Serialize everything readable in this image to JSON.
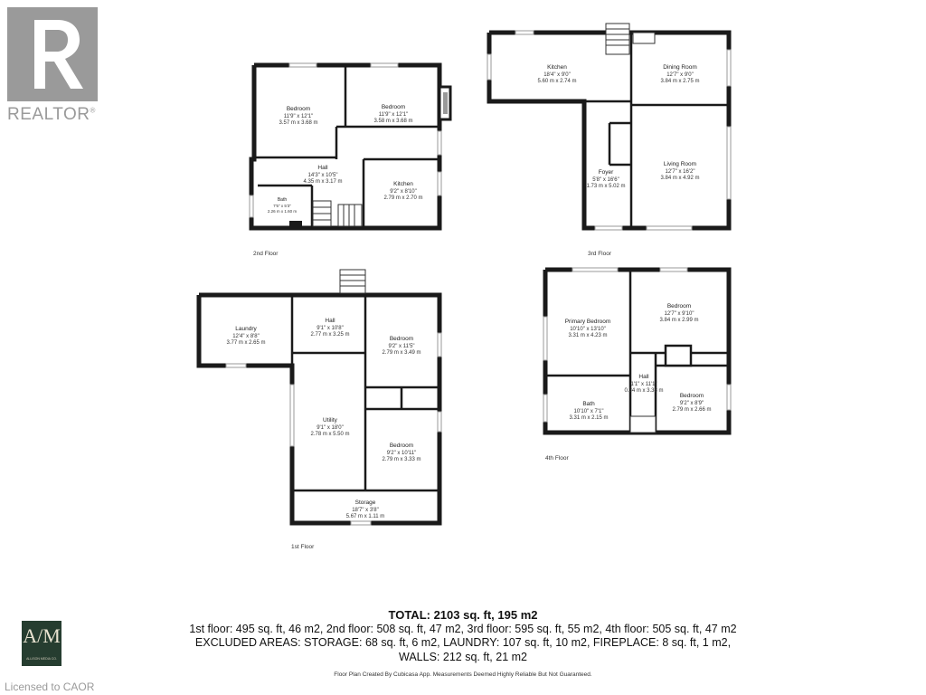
{
  "watermark": {
    "brand": "REALTOR",
    "mark": "®"
  },
  "floors": {
    "second": {
      "label": "2nd Floor",
      "rooms": [
        {
          "name": "Bedroom",
          "imperial": "11'9\" x 12'1\"",
          "metric": "3.57 m x 3.68 m"
        },
        {
          "name": "Bedroom",
          "imperial": "11'9\" x 12'1\"",
          "metric": "3.58 m x 3.68 m"
        },
        {
          "name": "Hall",
          "imperial": "14'3\" x 10'5\"",
          "metric": "4.35 m x 3.17 m"
        },
        {
          "name": "Kitchen",
          "imperial": "9'2\" x 8'10\"",
          "metric": "2.79 m x 2.70 m"
        },
        {
          "name": "Bath",
          "imperial": "7'5\" x 5'3\"",
          "metric": "2.26 m x 1.60 m"
        }
      ]
    },
    "third": {
      "label": "3rd Floor",
      "rooms": [
        {
          "name": "Kitchen",
          "imperial": "18'4\" x 9'0\"",
          "metric": "5.60 m x 2.74 m"
        },
        {
          "name": "Dining Room",
          "imperial": "12'7\" x 9'0\"",
          "metric": "3.84 m x 2.75 m"
        },
        {
          "name": "Foyer",
          "imperial": "5'8\" x 16'6\"",
          "metric": "1.73 m x 5.02 m"
        },
        {
          "name": "Living Room",
          "imperial": "12'7\" x 16'2\"",
          "metric": "3.84 m x 4.92 m"
        }
      ]
    },
    "first": {
      "label": "1st Floor",
      "rooms": [
        {
          "name": "Laundry",
          "imperial": "12'4\" x 8'8\"",
          "metric": "3.77 m x 2.65 m"
        },
        {
          "name": "Hall",
          "imperial": "9'1\" x 10'8\"",
          "metric": "2.77 m x 3.25 m"
        },
        {
          "name": "Bedroom",
          "imperial": "9'2\" x 11'5\"",
          "metric": "2.79 m x 3.49 m"
        },
        {
          "name": "Utility",
          "imperial": "9'1\" x 18'0\"",
          "metric": "2.78 m x 5.50 m"
        },
        {
          "name": "Bedroom",
          "imperial": "9'2\" x 10'11\"",
          "metric": "2.79 m x 3.33 m"
        },
        {
          "name": "Storage",
          "imperial": "18'7\" x 3'8\"",
          "metric": "5.67 m x 1.11 m"
        }
      ]
    },
    "fourth": {
      "label": "4th Floor",
      "rooms": [
        {
          "name": "Primary Bedroom",
          "imperial": "10'10\" x 13'10\"",
          "metric": "3.31 m x 4.23 m"
        },
        {
          "name": "Bedroom",
          "imperial": "12'7\" x 9'10\"",
          "metric": "3.84 m x 2.99 m"
        },
        {
          "name": "Hall",
          "imperial": "1'1\" x 11'1\"",
          "metric": "0.34 m x 3.38 m"
        },
        {
          "name": "Bath",
          "imperial": "10'10\" x 7'1\"",
          "metric": "3.31 m x 2.15 m"
        },
        {
          "name": "Bedroom",
          "imperial": "9'2\" x 8'9\"",
          "metric": "2.79 m x 2.66 m"
        }
      ]
    }
  },
  "totals": {
    "total": "TOTAL: 2103 sq. ft, 195 m2",
    "line1": "1st floor: 495 sq. ft, 46 m2, 2nd floor: 508 sq. ft, 47 m2, 3rd floor: 595 sq. ft, 55 m2, 4th floor: 505 sq. ft, 47 m2",
    "line2": "EXCLUDED AREAS: STORAGE: 68 sq. ft, 6 m2, LAUNDRY: 107 sq. ft, 10 m2, FIREPLACE: 8 sq. ft, 1 m2,",
    "line3": "WALLS: 212 sq. ft, 21 m2"
  },
  "footer_note": "Floor Plan Created By Cubicasa App. Measurements Deemed Highly Reliable But Not Guaranteed.",
  "license": "Licensed to CAOR",
  "brand_logo": {
    "monogram": "A/M",
    "subtitle": "ALLISON MEDIA CO."
  }
}
